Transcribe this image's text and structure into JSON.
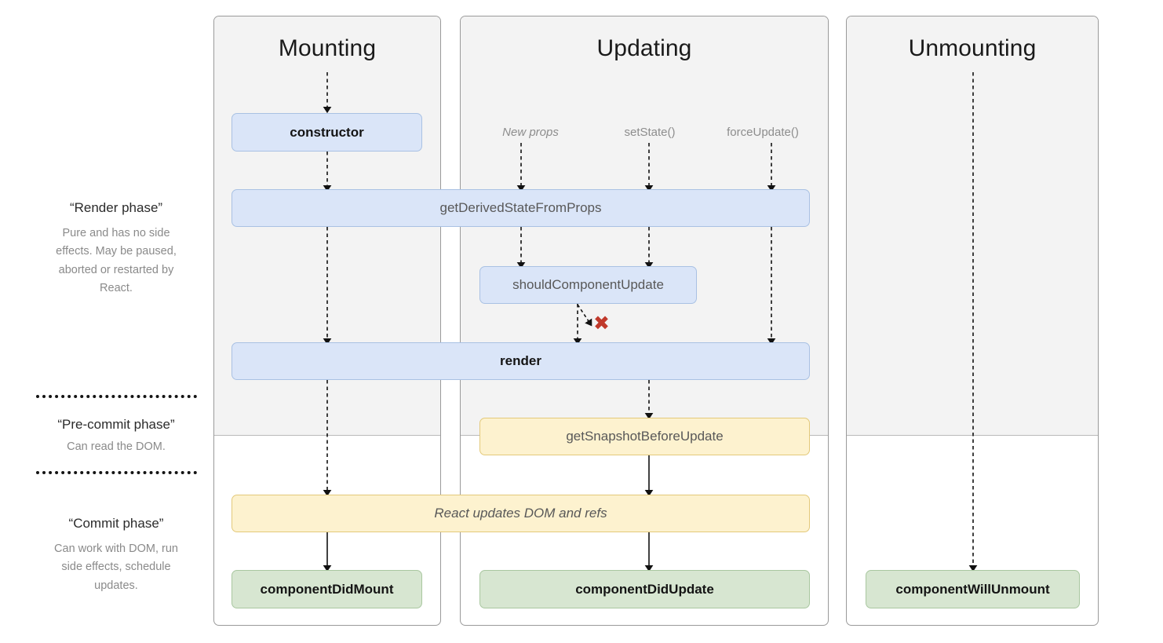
{
  "diagram": {
    "title": "React component lifecycle diagram",
    "colors": {
      "blue_fill": "#dae5f8",
      "blue_border": "#a9c1e3",
      "yellow_fill": "#fdf2cf",
      "yellow_border": "#e3c97a",
      "green_fill": "#d7e6d1",
      "green_border": "#a9c7a0",
      "card_grey": "#f3f3f3",
      "card_border": "#9a9a9a",
      "x_mark": "#c0392b",
      "muted_text": "#8a8a8a"
    }
  },
  "columns": [
    {
      "id": "mounting",
      "title": "Mounting"
    },
    {
      "id": "updating",
      "title": "Updating"
    },
    {
      "id": "unmounting",
      "title": "Unmounting"
    }
  ],
  "phases": [
    {
      "id": "render",
      "heading": "“Render phase”",
      "description": "Pure and has no side effects. May be paused, aborted or restarted by React."
    },
    {
      "id": "pre-commit",
      "heading": "“Pre-commit phase”",
      "description": "Can read the DOM."
    },
    {
      "id": "commit",
      "heading": "“Commit phase”",
      "description": "Can work with DOM, run side effects, schedule updates."
    }
  ],
  "triggers": [
    {
      "id": "new-props",
      "label": "New props",
      "style": "italic"
    },
    {
      "id": "set-state",
      "label": "setState()",
      "style": "normal"
    },
    {
      "id": "force-update",
      "label": "forceUpdate()",
      "style": "normal"
    }
  ],
  "lifecycle_boxes": [
    {
      "id": "constructor",
      "label": "constructor",
      "color": "blue",
      "text_style": "bold",
      "column": "mounting"
    },
    {
      "id": "get-derived-state-from-props",
      "label": "getDerivedStateFromProps",
      "color": "blue",
      "text_style": "plain",
      "column": "mounting+updating"
    },
    {
      "id": "should-component-update",
      "label": "shouldComponentUpdate",
      "color": "blue",
      "text_style": "plain",
      "column": "updating"
    },
    {
      "id": "render",
      "label": "render",
      "color": "blue",
      "text_style": "bold",
      "column": "mounting+updating"
    },
    {
      "id": "get-snapshot-before-update",
      "label": "getSnapshotBeforeUpdate",
      "color": "yellow",
      "text_style": "plain",
      "column": "updating"
    },
    {
      "id": "react-updates-dom-and-refs",
      "label": "React updates DOM and refs",
      "color": "yellow",
      "text_style": "italic",
      "column": "mounting+updating"
    },
    {
      "id": "component-did-mount",
      "label": "componentDidMount",
      "color": "green",
      "text_style": "bold",
      "column": "mounting"
    },
    {
      "id": "component-did-update",
      "label": "componentDidUpdate",
      "color": "green",
      "text_style": "bold",
      "column": "updating"
    },
    {
      "id": "component-will-unmount",
      "label": "componentWillUnmount",
      "color": "green",
      "text_style": "bold",
      "column": "unmounting"
    }
  ],
  "markers": {
    "abort_x": "✖"
  }
}
